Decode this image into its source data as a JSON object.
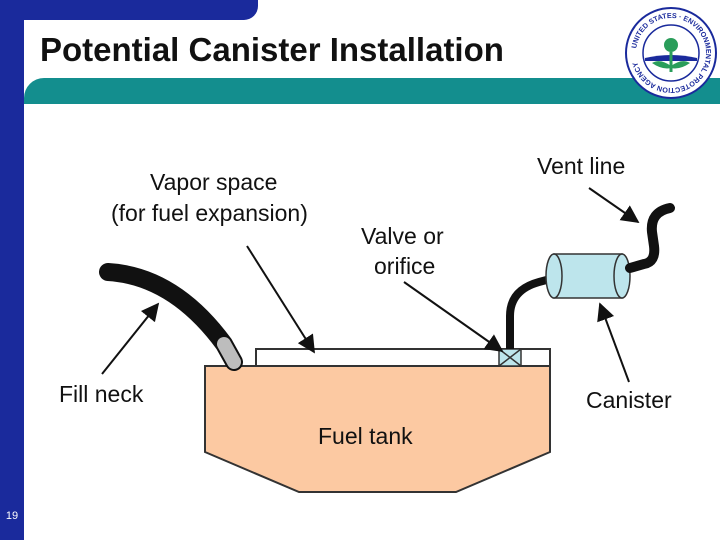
{
  "slide": {
    "title": "Potential Canister Installation",
    "page_number": "19"
  },
  "logo": {
    "icon": "epa-seal-icon",
    "arc_text": "UNITED STATES · ENVIRONMENTAL PROTECTION AGENCY"
  },
  "diagram": {
    "labels": {
      "vapor_space_line1": "Vapor space",
      "vapor_space_line2": "(for fuel expansion)",
      "valve_line1": "Valve or",
      "valve_line2": "orifice",
      "vent_line": "Vent line",
      "fill_neck": "Fill neck",
      "canister": "Canister",
      "fuel_tank": "Fuel tank"
    }
  },
  "colors": {
    "frame_blue": "#1a2a9c",
    "title_teal": "#138e8e",
    "fuel": "#fcc9a2",
    "canister": "#bde5ec"
  }
}
